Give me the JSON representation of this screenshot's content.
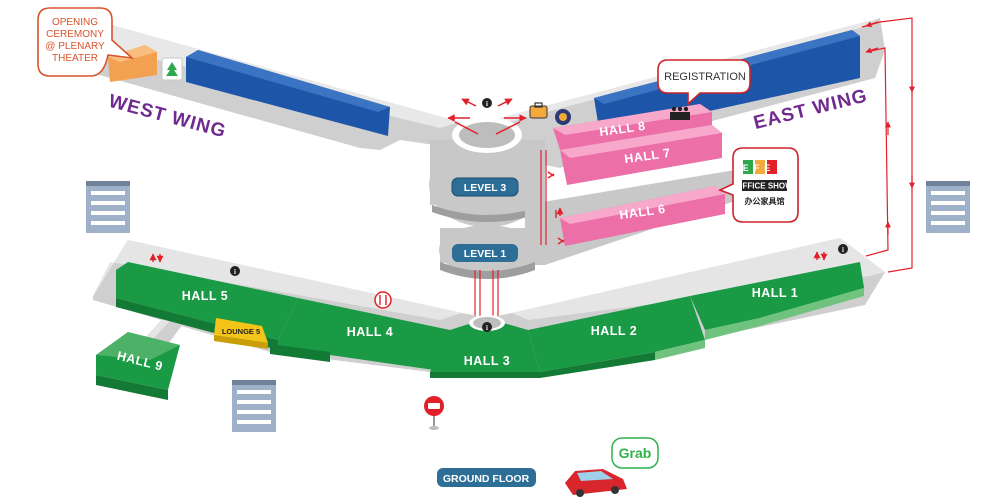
{
  "wings": {
    "west": "WEST WING",
    "east": "EAST WING"
  },
  "halls": {
    "h1": "HALL 1",
    "h2": "HALL 2",
    "h3": "HALL 3",
    "h4": "HALL 4",
    "h5": "HALL 5",
    "h6": "HALL 6",
    "h7": "HALL 7",
    "h8": "HALL 8",
    "h9": "HALL 9",
    "lounge": "LOUNGE 5"
  },
  "levels": {
    "level3": "LEVEL 3",
    "level1": "LEVEL 1",
    "ground": "GROUND FLOOR"
  },
  "callouts": {
    "opening": [
      "OPENING",
      "CEREMONY",
      "@ PLENARY",
      "THEATER"
    ],
    "registration": "REGISTRATION",
    "office_show": {
      "logo": "EFE",
      "line1": "OFFICE SHOW",
      "line2": "办公家具馆"
    }
  },
  "grab": "Grab",
  "icons": [
    "info-icon",
    "restaurant-icon",
    "taxi-stand-icon",
    "car-icon",
    "hotel-building-icon",
    "escalator-icon",
    "luggage-icon",
    "prayer-room-icon",
    "registration-icon",
    "first-aid-icon"
  ],
  "colors": {
    "green_hall": "#1a9a45",
    "pink_hall": "#ec6fa8",
    "blue_wing": "#1d55a8",
    "orange_theater": "#f1a150",
    "yellow_lounge": "#f4c518",
    "wing_text": "#6f2b8e",
    "pill_blue": "#2d6e96",
    "callout_orange": "#d9532c",
    "callout_red": "#cc2229",
    "grab_green": "#2fb24c",
    "floor_gray": "#d6d6d6"
  }
}
